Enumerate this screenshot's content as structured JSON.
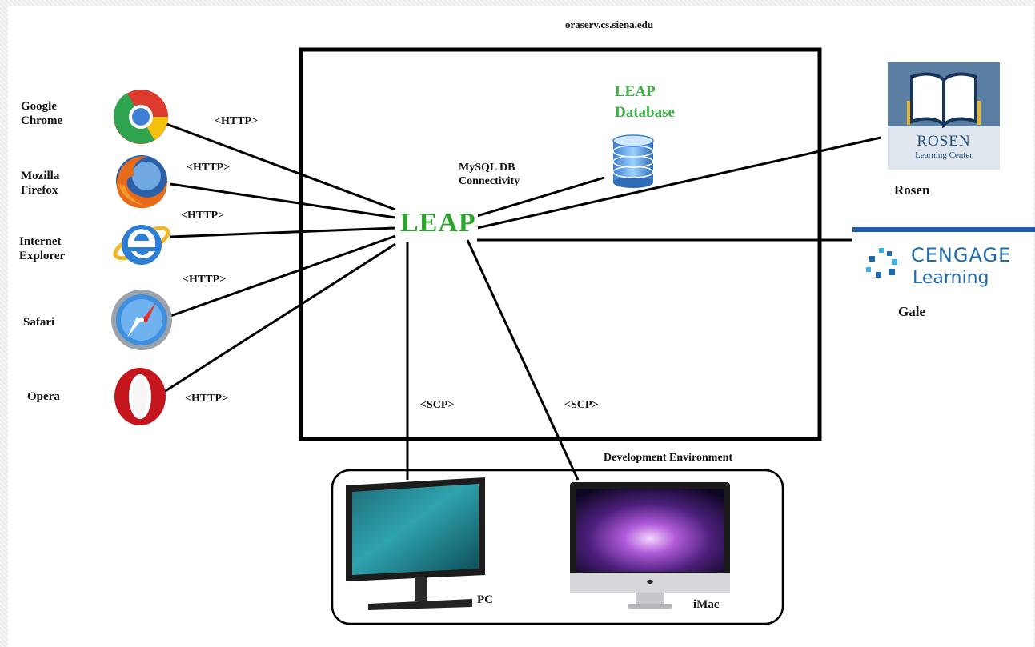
{
  "server": {
    "hostname": "oraserv.cs.siena.edu"
  },
  "core": {
    "name": "LEAP"
  },
  "database": {
    "line1": "LEAP",
    "line2": "Database",
    "link_label_line1": "MySQL DB",
    "link_label_line2": "Connectivity"
  },
  "browsers": [
    {
      "line1": "Google",
      "line2": "Chrome",
      "protocol": "<HTTP>",
      "icon": "chrome-icon"
    },
    {
      "line1": "Mozilla",
      "line2": "Firefox",
      "protocol": "<HTTP>",
      "icon": "firefox-icon"
    },
    {
      "line1": "Internet",
      "line2": "Explorer",
      "protocol": "<HTTP>",
      "icon": "internet-explorer-icon"
    },
    {
      "line1": "Safari",
      "line2": "",
      "protocol": "<HTTP>",
      "icon": "safari-icon"
    },
    {
      "line1": "Opera",
      "line2": "",
      "protocol": "<HTTP>",
      "icon": "opera-icon"
    }
  ],
  "providers": [
    {
      "name": "Rosen",
      "logo_line1": "ROSEN",
      "logo_line2": "Learning Center",
      "icon": "rosen-logo"
    },
    {
      "name": "Gale",
      "logo_line1": "CENGAGE",
      "logo_line2": "Learning",
      "icon": "cengage-logo"
    }
  ],
  "dev": {
    "title": "Development Environment",
    "pc_label": "PC",
    "imac_label": "iMac",
    "pc_protocol": "<SCP>",
    "imac_protocol": "<SCP>"
  },
  "colors": {
    "leap_green": "#2ba52b",
    "rosen_blue": "#1d4e7a",
    "cengage_blue": "#1f6bb0"
  }
}
